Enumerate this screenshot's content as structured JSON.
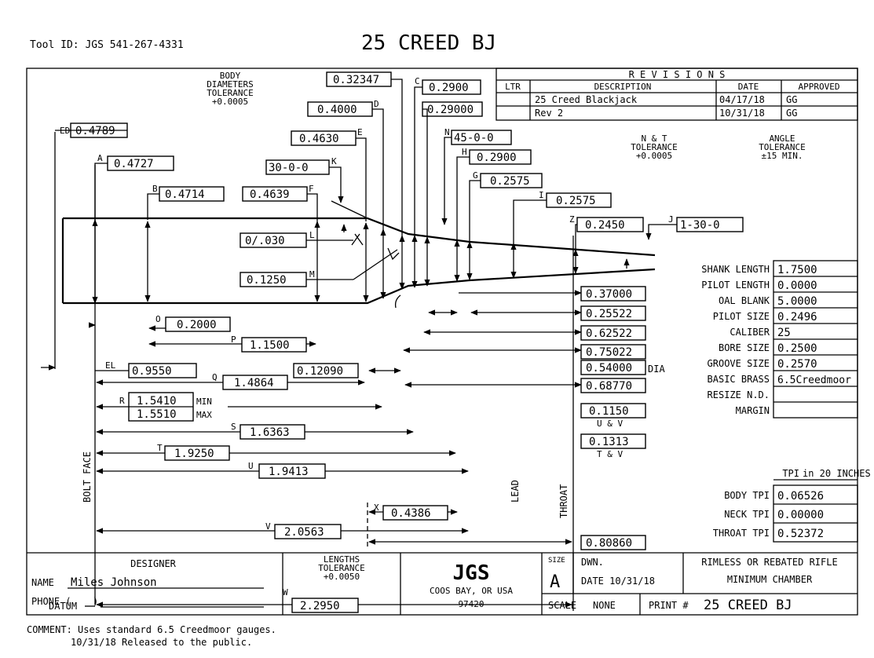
{
  "header": {
    "tool_id": "Tool ID: JGS 541-267-4331",
    "title": "25 CREED BJ"
  },
  "tolerances": {
    "body_diam_l1": "BODY",
    "body_diam_l2": "DIAMETERS",
    "body_diam_l3": "TOLERANCE",
    "body_diam_l4": "+0.0005",
    "nt_l1": "N & T",
    "nt_l2": "TOLERANCE",
    "nt_l3": "+0.0005",
    "angle_l1": "ANGLE",
    "angle_l2": "TOLERANCE",
    "angle_l3": "±15 MIN."
  },
  "revisions": {
    "title": "R E V I S I O N S",
    "headers": [
      "LTR",
      "DESCRIPTION",
      "DATE",
      "APPROVED"
    ],
    "rows": [
      {
        "ltr": "",
        "desc": "25 Creed Blackjack",
        "date": "04/17/18",
        "approved": "GG"
      },
      {
        "ltr": "",
        "desc": "Rev 2",
        "date": "10/31/18",
        "approved": "GG"
      }
    ]
  },
  "dims": {
    "ED": {
      "letter": "ED",
      "value": "0.4789"
    },
    "A": {
      "letter": "A",
      "value": "0.4727"
    },
    "B": {
      "letter": "B",
      "value": "0.4714"
    },
    "C": {
      "letter": "C",
      "value": "0.2900"
    },
    "C2": {
      "value": "0.32347"
    },
    "D": {
      "letter": "D",
      "value": "0.4000"
    },
    "D2": {
      "value": "0.29000"
    },
    "E": {
      "letter": "E",
      "value": "0.4630"
    },
    "F": {
      "letter": "F",
      "value": "0.4639"
    },
    "K": {
      "letter": "K",
      "value": "30-0-0"
    },
    "N": {
      "letter": "N",
      "value": "45-0-0"
    },
    "H": {
      "letter": "H",
      "value": "0.2900"
    },
    "G": {
      "letter": "G",
      "value": "0.2575"
    },
    "I": {
      "letter": "I",
      "value": "0.2575"
    },
    "Z": {
      "letter": "Z",
      "value": "0.2450"
    },
    "J": {
      "letter": "J",
      "value": "1-30-0"
    },
    "L": {
      "letter": "L",
      "value": "0/.030"
    },
    "M": {
      "letter": "M",
      "value": "0.1250"
    },
    "O": {
      "letter": "O",
      "value": "0.2000"
    },
    "P": {
      "letter": "P",
      "value": "1.1500"
    },
    "EL": {
      "letter": "EL",
      "value": "0.9550"
    },
    "Q": {
      "letter": "Q",
      "value": "1.4864"
    },
    "Q2": {
      "value": "0.12090"
    },
    "R": {
      "letter": "R",
      "min": "1.5410",
      "max": "1.5510",
      "min_label": "MIN",
      "max_label": "MAX"
    },
    "S": {
      "letter": "S",
      "value": "1.6363"
    },
    "T": {
      "letter": "T",
      "value": "1.9250"
    },
    "U": {
      "letter": "U",
      "value": "1.9413"
    },
    "X": {
      "letter": "X",
      "value": "0.4386"
    },
    "V": {
      "letter": "V",
      "value": "2.0563"
    },
    "W": {
      "letter": "W",
      "value": "2.2950"
    }
  },
  "right_dims": {
    "r1": "0.37000",
    "r2": "0.25522",
    "r3": "0.62522",
    "r4": "0.75022",
    "r5": "0.54000",
    "r5_suffix": "DIA",
    "r6": "0.68770",
    "r7": "0.1150",
    "r7_sub": "U & V",
    "r8": "0.1313",
    "r8_sub": "T & V",
    "r9": "0.80860"
  },
  "vertical_labels": {
    "bolt_face": "BOLT FACE",
    "lead": "LEAD",
    "throat": "THROAT",
    "datum": "DATUM"
  },
  "spec_table": [
    {
      "label": "SHANK LENGTH",
      "value": "1.7500"
    },
    {
      "label": "PILOT LENGTH",
      "value": "0.0000"
    },
    {
      "label": "OAL BLANK",
      "value": "5.0000"
    },
    {
      "label": "PILOT SIZE",
      "value": "0.2496"
    },
    {
      "label": "CALIBER",
      "value": "25"
    },
    {
      "label": "BORE SIZE",
      "value": "0.2500"
    },
    {
      "label": "GROOVE SIZE",
      "value": "0.2570"
    },
    {
      "label": "BASIC BRASS",
      "value": "6.5Creedmoor"
    },
    {
      "label": "RESIZE N.D.",
      "value": ""
    },
    {
      "label": "MARGIN",
      "value": ""
    }
  ],
  "tpi": {
    "header_l": "TPI",
    "header_r": "in 20 INCHES",
    "rows": [
      {
        "label": "BODY TPI",
        "value": "0.06526"
      },
      {
        "label": "NECK TPI",
        "value": "0.00000"
      },
      {
        "label": "THROAT TPI",
        "value": "0.52372"
      }
    ]
  },
  "title_block": {
    "designer_label": "DESIGNER",
    "name_label": "NAME",
    "name": "Miles Johnson",
    "phone_label": "PHONE (",
    "phone_close": ")",
    "len_tol_l1": "LENGTHS",
    "len_tol_l2": "TOLERANCE",
    "len_tol_l3": "+0.0050",
    "logo": "JGS",
    "city": "COOS BAY, OR USA",
    "zip": "97420",
    "size_label": "SIZE",
    "size": "A",
    "dwn_label": "DWN.",
    "date_label": "DATE 10/31/18",
    "scale_label": "SCALE",
    "scale": "NONE",
    "chamber_l1": "RIMLESS OR REBATED RIFLE",
    "chamber_l2": "MINIMUM CHAMBER",
    "print_label": "PRINT #",
    "print_value": "25 CREED BJ"
  },
  "comments": {
    "line1": "COMMENT: Uses standard 6.5 Creedmoor gauges.",
    "line2": "10/31/18 Released to the public."
  }
}
